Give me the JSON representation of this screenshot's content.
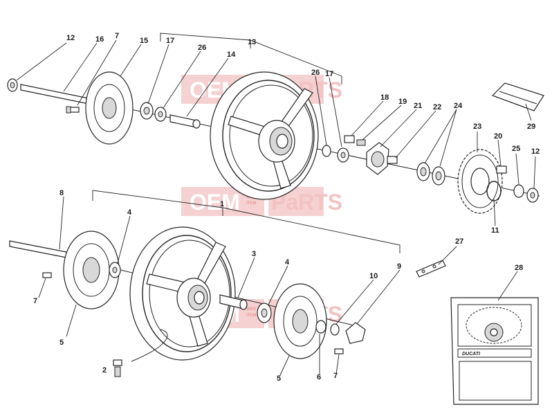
{
  "watermark": {
    "left": "OEM",
    "middle_top": "BIKE",
    "middle_bottom": "ITEM",
    "right": "PaRTS",
    "color": "#e9a3a3"
  },
  "kit": {
    "brand": "DUCATI"
  },
  "labels": {
    "p1": "1",
    "p2": "2",
    "p3": "3",
    "p4a": "4",
    "p4b": "4",
    "p5a": "5",
    "p5b": "5",
    "p6": "6",
    "p7a": "7",
    "p7b": "7",
    "p7c": "7",
    "p8": "8",
    "p9": "9",
    "p10": "10",
    "p11": "11",
    "p12a": "12",
    "p12b": "12",
    "p13": "13",
    "p14": "14",
    "p15": "15",
    "p16": "16",
    "p17a": "17",
    "p17b": "17",
    "p18": "18",
    "p19": "19",
    "p20": "20",
    "p21": "21",
    "p22": "22",
    "p23": "23",
    "p24": "24",
    "p25": "25",
    "p26a": "26",
    "p26b": "26",
    "p27": "27",
    "p28": "28",
    "p29": "29"
  },
  "icons": [
    "wheel",
    "brake-disc",
    "axle",
    "bearing",
    "spacer",
    "sprocket",
    "chain-link",
    "tool-pouch",
    "chain-kit"
  ]
}
